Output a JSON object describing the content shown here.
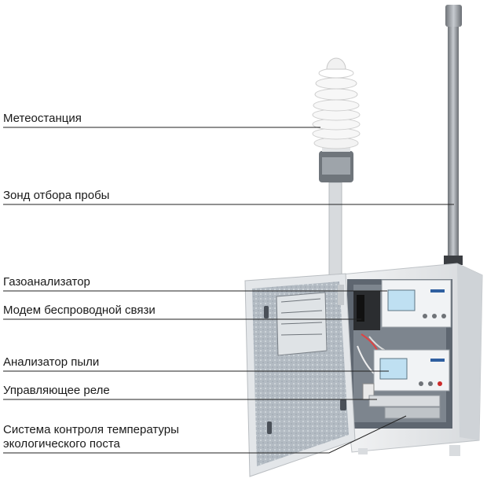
{
  "callouts": [
    {
      "id": "meteo",
      "label": "Метеостанция"
    },
    {
      "id": "probe",
      "label": "Зонд отбора пробы"
    },
    {
      "id": "gas",
      "label": "Газоанализатор"
    },
    {
      "id": "modem",
      "label": "Модем беспроводной связи"
    },
    {
      "id": "dust",
      "label": "Анализатор пыли"
    },
    {
      "id": "relay",
      "label": "Управляющее реле"
    },
    {
      "id": "thermo",
      "label_line1": "Система контроля температуры",
      "label_line2": "экологического поста"
    }
  ],
  "colors": {
    "cabinet": "#e8eaec",
    "cabinet_shadow": "#c9cdd1",
    "door_panel": "#b9c0c7",
    "mast": "#8b8f94",
    "leader_line": "#222222",
    "screen": "#bfe0f2"
  }
}
